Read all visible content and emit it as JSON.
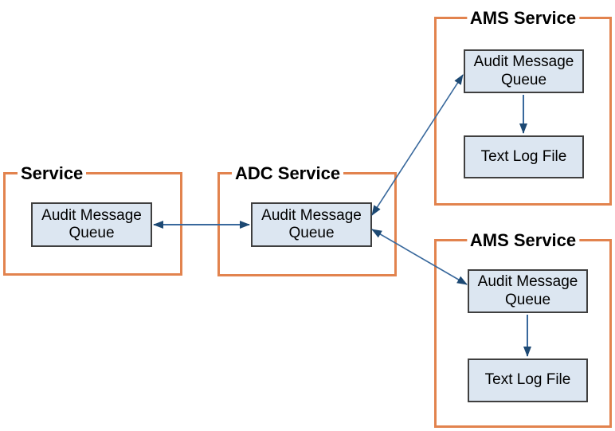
{
  "colors": {
    "container_border": "#E2834E",
    "node_fill": "#DCE6F1",
    "node_border": "#3F3F3F",
    "arrow_line": "#38689C",
    "arrow_head": "#1D4973"
  },
  "containers": {
    "service": {
      "title": "Service",
      "queue": "Audit Message Queue"
    },
    "adc": {
      "title": "ADC Service",
      "queue": "Audit Message Queue"
    },
    "ams_top": {
      "title": "AMS Service",
      "queue": "Audit Message Queue",
      "log": "Text Log File"
    },
    "ams_bottom": {
      "title": "AMS Service",
      "queue": "Audit Message Queue",
      "log": "Text Log File"
    }
  },
  "arrows": [
    {
      "from": "service-queue",
      "to": "adc-queue",
      "bidirectional": true
    },
    {
      "from": "adc-queue",
      "to": "ams-top-queue",
      "bidirectional": true
    },
    {
      "from": "adc-queue",
      "to": "ams-bottom-queue",
      "bidirectional": true
    },
    {
      "from": "ams-top-queue",
      "to": "ams-top-log",
      "bidirectional": false
    },
    {
      "from": "ams-bottom-queue",
      "to": "ams-bottom-log",
      "bidirectional": false
    }
  ]
}
